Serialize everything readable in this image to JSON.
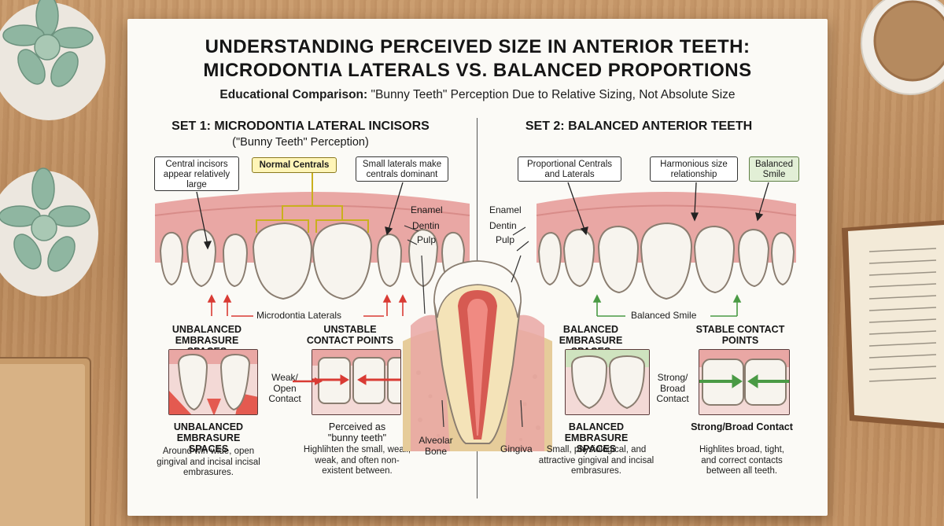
{
  "title_line1": "UNDERSTANDING PERCEIVED SIZE IN ANTERIOR TEETH:",
  "title_line2": "MICRODONTIA LATERALS VS. BALANCED PROPORTIONS",
  "subtitle_bold": "Educational Comparison:",
  "subtitle_rest": " \"Bunny Teeth\" Perception Due to Relative Sizing, Not Absolute Size",
  "set1": {
    "heading": "SET 1: MICRODONTIA LATERAL INCISORS",
    "subheading": "(\"Bunny Teeth\" Perception)",
    "callout_central": "Central incisors appear relatively large",
    "callout_normal": "Normal Centrals",
    "callout_small": "Small laterals make centrals dominant",
    "microdontia_label": "Microdontia Laterals",
    "embrasure_heading": "UNBALANCED EMBRASURE SPACES",
    "contact_heading": "UNSTABLE CONTACT POINTS",
    "weak_label": "Weak/ Open Contact",
    "embrasure_caption": "UNBALANCED EMBRASURE SPACES",
    "embrasure_desc": "Around win wide, open gingival and incisal incisal embrasures.",
    "contact_caption": "Perceived as \"bunny teeth\"",
    "contact_desc": "Highlihten the small, weall, weak, and often non-existent between."
  },
  "set2": {
    "heading": "SET 2: BALANCED ANTERIOR TEETH",
    "callout_proportional": "Proportional Centrals and Laterals",
    "callout_harmonious": "Harmonious size relationship",
    "callout_balanced": "Balanced Smile",
    "balanced_label": "Balanced Smile",
    "embrasure_heading": "BALANCED EMBRASURE SPACES",
    "contact_heading": "STABLE CONTACT POINTS",
    "strong_label": "Strong/ Broad Contact",
    "embrasure_caption": "BALANCED EMBRASURE SPACES",
    "embrasure_desc": "Small, physiological, and attractive gingival and incisal embrasures.",
    "contact_caption": "Strong/Broad Contact",
    "contact_desc": "Highlites broad, tight, and correct contacts between all teeth."
  },
  "anatomy": {
    "enamel": "Enamel",
    "dentin": "Dentin",
    "pulp": "Pulp",
    "alveolar_bone": "Alveolar Bone",
    "gingiva": "Gingiva"
  },
  "colors": {
    "gum": "#e9a7a4",
    "tooth": "#f7f4ee",
    "green_accent": "#4a9a45",
    "red_accent": "#d93b34"
  }
}
